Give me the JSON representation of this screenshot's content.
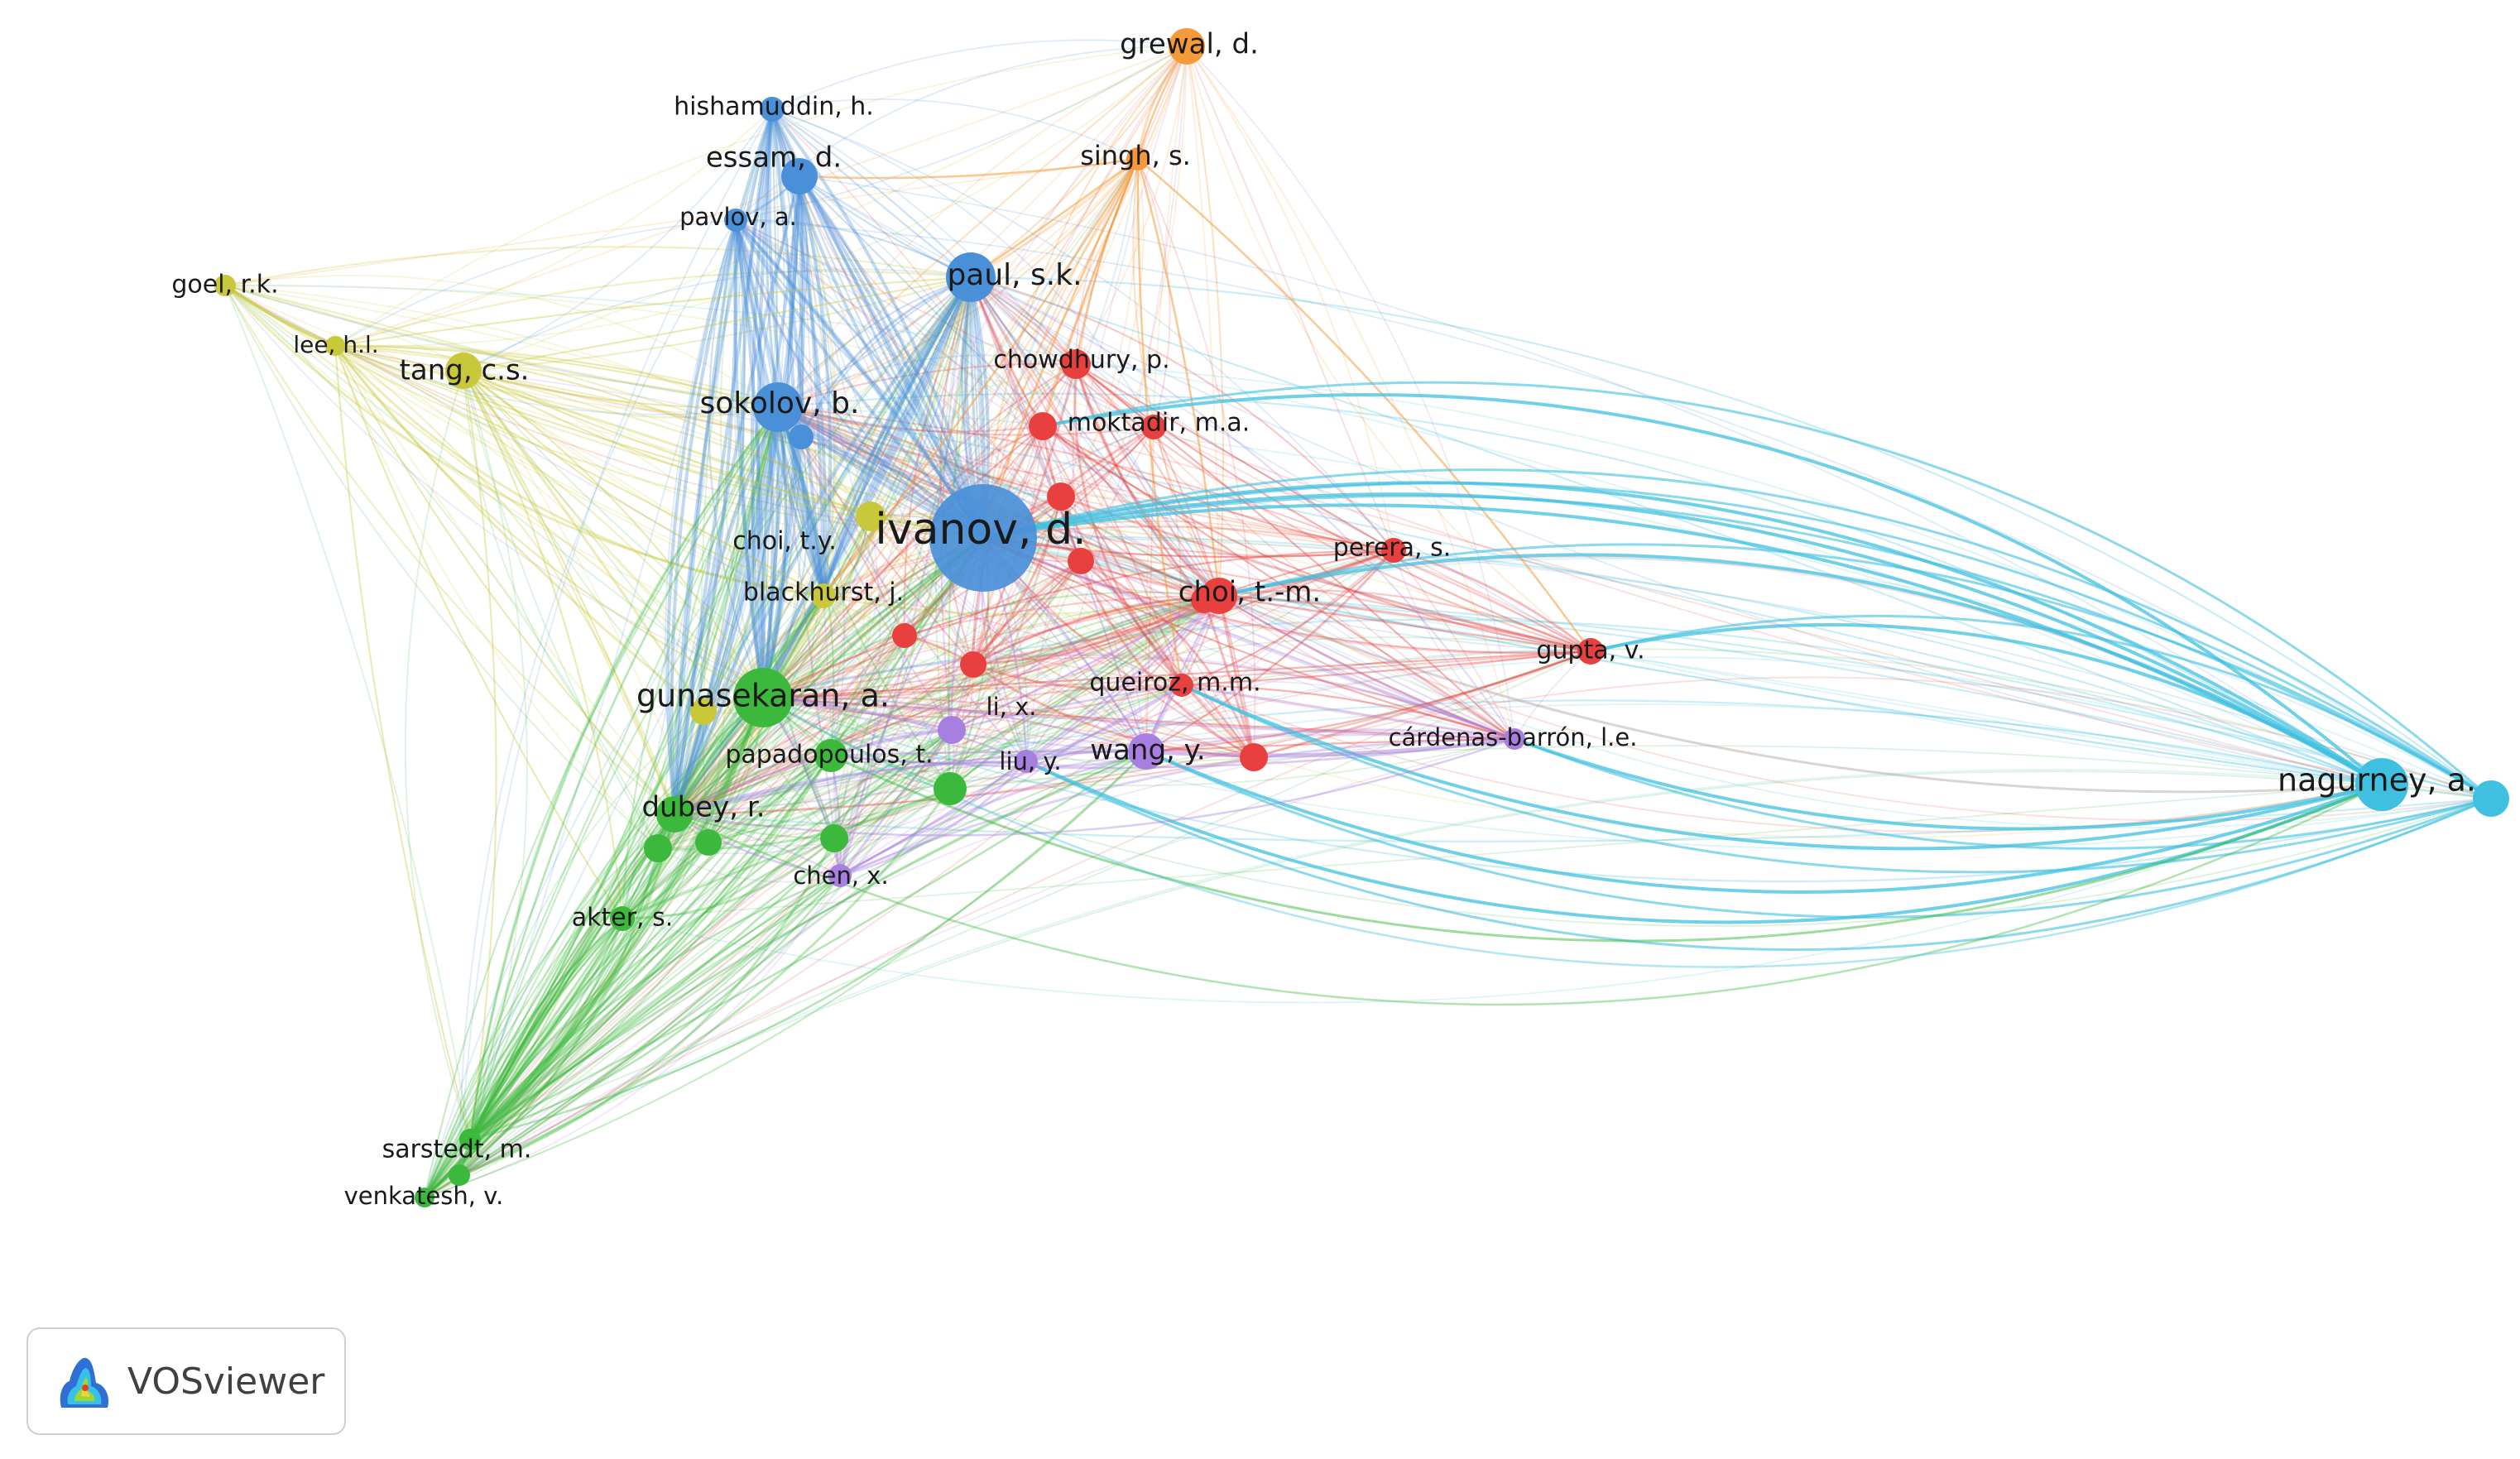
{
  "diagram": {
    "clusters": {
      "red": "#e8403f",
      "green": "#3cb93c",
      "blue": "#4a90d9",
      "yellow": "#c8c83a",
      "purple": "#a77fe0",
      "cyan": "#40c0e0",
      "orange": "#f59a3a"
    },
    "nodes": [
      {
        "id": "ivanov",
        "label": "ivanov, d.",
        "cluster": "blue"
      },
      {
        "id": "paul",
        "label": "paul, s.k.",
        "cluster": "blue"
      },
      {
        "id": "essam",
        "label": "essam, d.",
        "cluster": "blue"
      },
      {
        "id": "hishamuddin",
        "label": "hishamuddin, h.",
        "cluster": "blue"
      },
      {
        "id": "pavlov",
        "label": "pavlov, a.",
        "cluster": "blue"
      },
      {
        "id": "sokolov",
        "label": "sokolov, b.",
        "cluster": "blue"
      },
      {
        "id": "grewal",
        "label": "grewal, d.",
        "cluster": "orange"
      },
      {
        "id": "singh",
        "label": "singh, s.",
        "cluster": "orange"
      },
      {
        "id": "goel",
        "label": "goel, r.k.",
        "cluster": "yellow"
      },
      {
        "id": "lee",
        "label": "lee, h.l.",
        "cluster": "yellow"
      },
      {
        "id": "tang",
        "label": "tang, c.s.",
        "cluster": "yellow"
      },
      {
        "id": "choity",
        "label": "choi, t.y.",
        "cluster": "yellow"
      },
      {
        "id": "blackhurst",
        "label": "blackhurst, j.",
        "cluster": "yellow"
      },
      {
        "id": "chowdhury",
        "label": "chowdhury, p.",
        "cluster": "red"
      },
      {
        "id": "moktadir",
        "label": "moktadir, m.a.",
        "cluster": "red"
      },
      {
        "id": "perera",
        "label": "perera, s.",
        "cluster": "red"
      },
      {
        "id": "choitm",
        "label": "choi, t.-m.",
        "cluster": "red"
      },
      {
        "id": "gupta",
        "label": "gupta, v.",
        "cluster": "red"
      },
      {
        "id": "queiroz",
        "label": "queiroz, m.m.",
        "cluster": "red"
      },
      {
        "id": "gunasekaran",
        "label": "gunasekaran, a.",
        "cluster": "green"
      },
      {
        "id": "papadopoulos",
        "label": "papadopoulos, t.",
        "cluster": "green"
      },
      {
        "id": "dubey",
        "label": "dubey, r.",
        "cluster": "green"
      },
      {
        "id": "akter",
        "label": "akter, s.",
        "cluster": "green"
      },
      {
        "id": "sarstedt",
        "label": "sarstedt, m.",
        "cluster": "green"
      },
      {
        "id": "venkatesh",
        "label": "venkatesh, v.",
        "cluster": "green"
      },
      {
        "id": "lix",
        "label": "li, x.",
        "cluster": "purple"
      },
      {
        "id": "liuy",
        "label": "liu, y.",
        "cluster": "purple"
      },
      {
        "id": "wang",
        "label": "wang, y.",
        "cluster": "purple"
      },
      {
        "id": "chenx",
        "label": "chen, x.",
        "cluster": "purple"
      },
      {
        "id": "cardenas",
        "label": "cárdenas-barrón, l.e.",
        "cluster": "purple"
      },
      {
        "id": "nagurney",
        "label": "nagurney, a.",
        "cluster": "cyan"
      }
    ]
  },
  "logo": {
    "text": "VOSviewer"
  }
}
